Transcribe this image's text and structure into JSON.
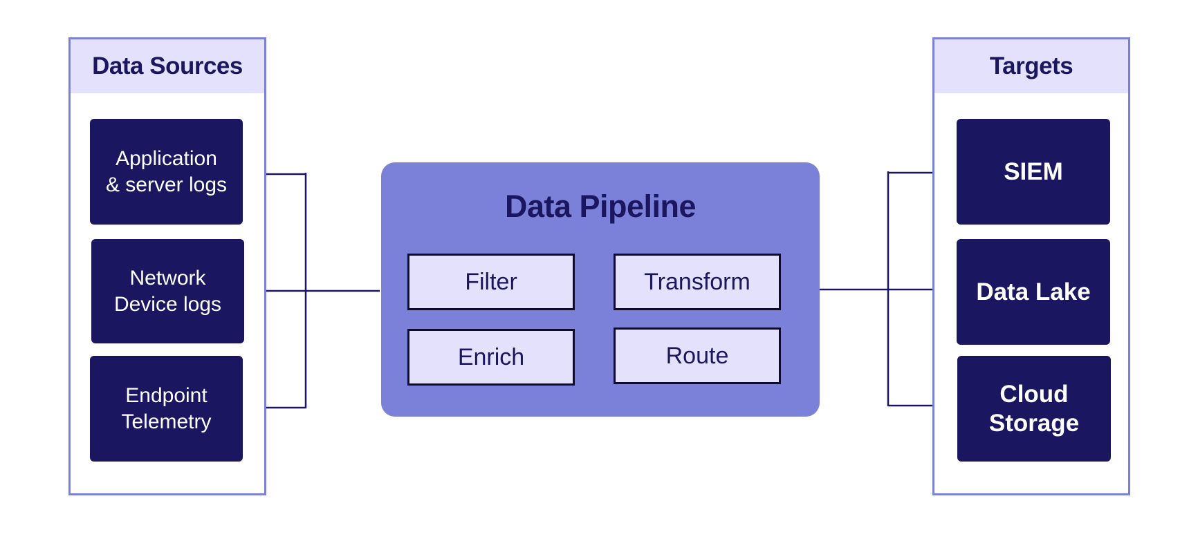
{
  "sources": {
    "title": "Data Sources",
    "items": [
      {
        "line1": "Application",
        "line2": "& server logs"
      },
      {
        "line1": "Network",
        "line2": "Device logs"
      },
      {
        "line1": "Endpoint",
        "line2": "Telemetry"
      }
    ]
  },
  "pipeline": {
    "title": "Data Pipeline",
    "steps": [
      "Filter",
      "Transform",
      "Enrich",
      "Route"
    ]
  },
  "targets": {
    "title": "Targets",
    "items": [
      {
        "line1": "SIEM",
        "line2": ""
      },
      {
        "line1": "Data Lake",
        "line2": ""
      },
      {
        "line1": "Cloud",
        "line2": "Storage"
      }
    ]
  },
  "colors": {
    "navy": "#1b1660",
    "periwinkle": "#7b80d8",
    "lavender": "#e3e1fb",
    "white": "#ffffff"
  }
}
